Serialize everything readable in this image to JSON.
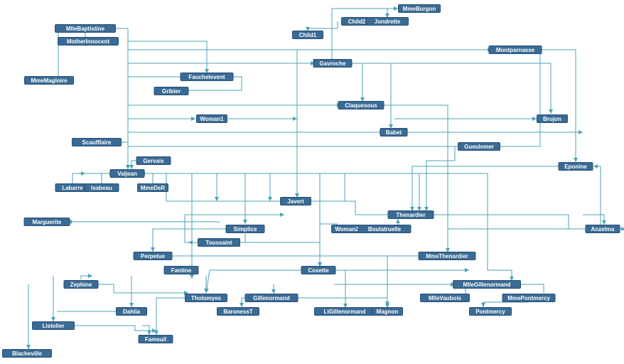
{
  "graph": {
    "nodes": [
      {
        "id": "MmeBurgon",
        "label": "MmeBurgon"
      },
      {
        "id": "Child2",
        "label": "Child2"
      },
      {
        "id": "Jondrette",
        "label": "Jondrette"
      },
      {
        "id": "Child1",
        "label": "Child1"
      },
      {
        "id": "MlleBaptistine",
        "label": "MlleBaptistine"
      },
      {
        "id": "MotherInnocent",
        "label": "MotherInnocent"
      },
      {
        "id": "Montparnasse",
        "label": "Montparnasse"
      },
      {
        "id": "Gavroche",
        "label": "Gavroche"
      },
      {
        "id": "MmeMagloire",
        "label": "MmeMagloire"
      },
      {
        "id": "Fauchelevent",
        "label": "Fauchelevent"
      },
      {
        "id": "Gribier",
        "label": "Gribier"
      },
      {
        "id": "Claquesous",
        "label": "Claquesous"
      },
      {
        "id": "Woman1",
        "label": "Woman1"
      },
      {
        "id": "Brujon",
        "label": "Brujon"
      },
      {
        "id": "Babet",
        "label": "Babet"
      },
      {
        "id": "Scaufflaire",
        "label": "Scaufflaire"
      },
      {
        "id": "Gueulemer",
        "label": "Gueulemer"
      },
      {
        "id": "Gervais",
        "label": "Gervais"
      },
      {
        "id": "Valjean",
        "label": "Valjean"
      },
      {
        "id": "Eponine",
        "label": "Eponine"
      },
      {
        "id": "Labarre",
        "label": "Labarre"
      },
      {
        "id": "Isabeau",
        "label": "Isabeau"
      },
      {
        "id": "MmeDeR",
        "label": "MmeDeR"
      },
      {
        "id": "Javert",
        "label": "Javert"
      },
      {
        "id": "Thenardier",
        "label": "Thenardier"
      },
      {
        "id": "Marguerite",
        "label": "Marguerite"
      },
      {
        "id": "Simplice",
        "label": "Simplice"
      },
      {
        "id": "Woman2",
        "label": "Woman2"
      },
      {
        "id": "Boulatruelle",
        "label": "Boulatruelle"
      },
      {
        "id": "Anzelma",
        "label": "Anzelma"
      },
      {
        "id": "Toussaint",
        "label": "Toussaint"
      },
      {
        "id": "Perpetue",
        "label": "Perpetue"
      },
      {
        "id": "MmeThenardier",
        "label": "MmeThenardier"
      },
      {
        "id": "Fantine",
        "label": "Fantine"
      },
      {
        "id": "Cosette",
        "label": "Cosette"
      },
      {
        "id": "MlleGillenormand",
        "label": "MlleGillenormand"
      },
      {
        "id": "Zephine",
        "label": "Zephine"
      },
      {
        "id": "Tholomyes",
        "label": "Tholomyes"
      },
      {
        "id": "Gillenormand",
        "label": "Gillenormand"
      },
      {
        "id": "MlleVaubois",
        "label": "MlleVaubois"
      },
      {
        "id": "MmePontmercy",
        "label": "MmePontmercy"
      },
      {
        "id": "BaronessT",
        "label": "BaronessT"
      },
      {
        "id": "LtGillenormand",
        "label": "LtGillenormand"
      },
      {
        "id": "Magnon",
        "label": "Magnon"
      },
      {
        "id": "Pontmercy",
        "label": "Pontmercy"
      },
      {
        "id": "Dahlia",
        "label": "Dahlia"
      },
      {
        "id": "Listolier",
        "label": "Listolier"
      },
      {
        "id": "Fameuil",
        "label": "Fameuil"
      },
      {
        "id": "Blacheville",
        "label": "Blacheville"
      }
    ],
    "colors": {
      "node_fill": "#3a6b94",
      "node_text": "#ffffff",
      "edge": "#4aa3b4"
    }
  }
}
